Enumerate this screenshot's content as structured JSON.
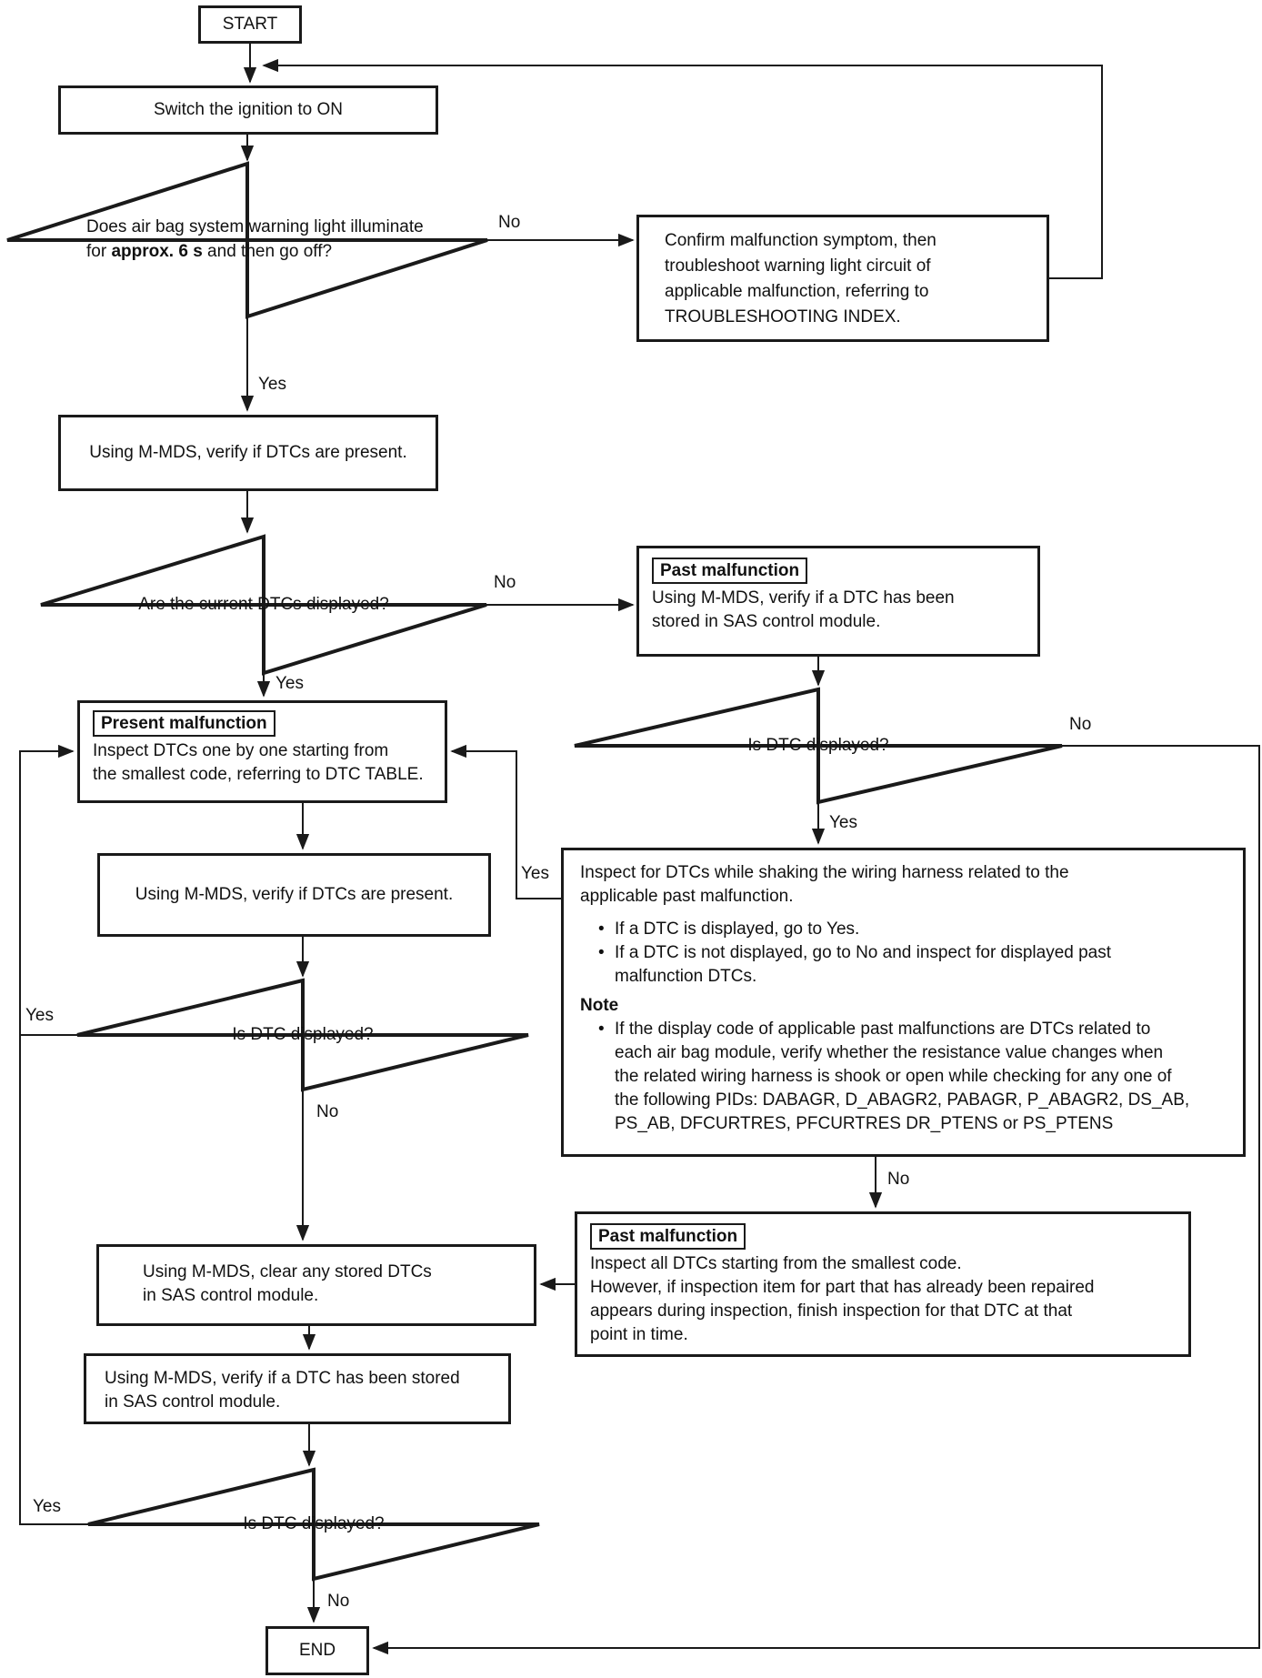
{
  "nodes": {
    "start": {
      "label": "START"
    },
    "switch_ignition": {
      "text": "Switch the ignition to ON"
    },
    "warning_light_decision": {
      "line1": "Does air bag system warning light illuminate",
      "line2_pre": "for ",
      "line2_bold": "approx. 6 s",
      "line2_post": " and then go off?"
    },
    "confirm_malfunction": {
      "lines": [
        "Confirm malfunction symptom, then",
        "troubleshoot warning light circuit of",
        "applicable malfunction, referring to",
        "TROUBLESHOOTING INDEX."
      ]
    },
    "verify_dtcs_present_1": {
      "text": "Using M-MDS, verify if DTCs are present."
    },
    "current_dtcs_decision": {
      "text": "Are the current DTCs displayed?"
    },
    "past_malfunction_verify": {
      "tag": "Past malfunction",
      "lines": [
        "Using M-MDS, verify if a DTC has been",
        "stored in SAS control module."
      ]
    },
    "dtc_displayed_right": {
      "text": "Is DTC displayed?"
    },
    "present_malfunction": {
      "tag": "Present malfunction",
      "lines": [
        "Inspect DTCs one by one starting from",
        "the smallest code, referring to DTC TABLE."
      ]
    },
    "verify_dtcs_present_2": {
      "text": "Using M-MDS, verify if DTCs are present."
    },
    "dtc_displayed_left": {
      "text": "Is DTC displayed?"
    },
    "shake_harness_note": {
      "para": [
        "Inspect for DTCs while shaking the wiring harness related to the",
        "applicable past malfunction."
      ],
      "bullet1": "If a DTC is displayed, go to Yes.",
      "bullet2_line1": "If a DTC is not displayed, go to No and inspect for displayed past",
      "bullet2_line2": "malfunction DTCs.",
      "note_title": "Note",
      "note_bullet": [
        "If the display code of applicable past malfunctions are DTCs related to",
        "each air bag module, verify whether the resistance value changes when",
        "the related wiring harness is shook or open while checking for any one of",
        "the following PIDs: DABAGR, D_ABAGR2, PABAGR, P_ABAGR2, DS_AB,",
        "PS_AB, DFCURTRES, PFCURTRES DR_PTENS or PS_PTENS"
      ]
    },
    "clear_dtcs": {
      "lines": [
        "Using M-MDS, clear any stored DTCs",
        "in SAS control module."
      ]
    },
    "past_malfunction_inspect": {
      "tag": "Past malfunction",
      "lines": [
        "Inspect all DTCs starting from the smallest code.",
        "However, if inspection item for part that has already been repaired",
        "appears during inspection, finish inspection for that DTC at that",
        "point in time."
      ]
    },
    "verify_dtc_stored": {
      "lines": [
        "Using M-MDS, verify if a DTC has been stored",
        "in SAS control module."
      ]
    },
    "dtc_displayed_bottom": {
      "text": "Is DTC displayed?"
    },
    "end": {
      "label": "END"
    }
  },
  "edge_labels": {
    "warning_no": "No",
    "warning_yes": "Yes",
    "current_no": "No",
    "current_yes": "Yes",
    "right_no": "No",
    "right_yes": "Yes",
    "note_yes": "Yes",
    "note_no": "No",
    "left_yes": "Yes",
    "left_no": "No",
    "bottom_yes": "Yes",
    "bottom_no": "No"
  },
  "colors": {
    "line": "#1a1a1a",
    "background": "#ffffff",
    "text": "#111111"
  }
}
